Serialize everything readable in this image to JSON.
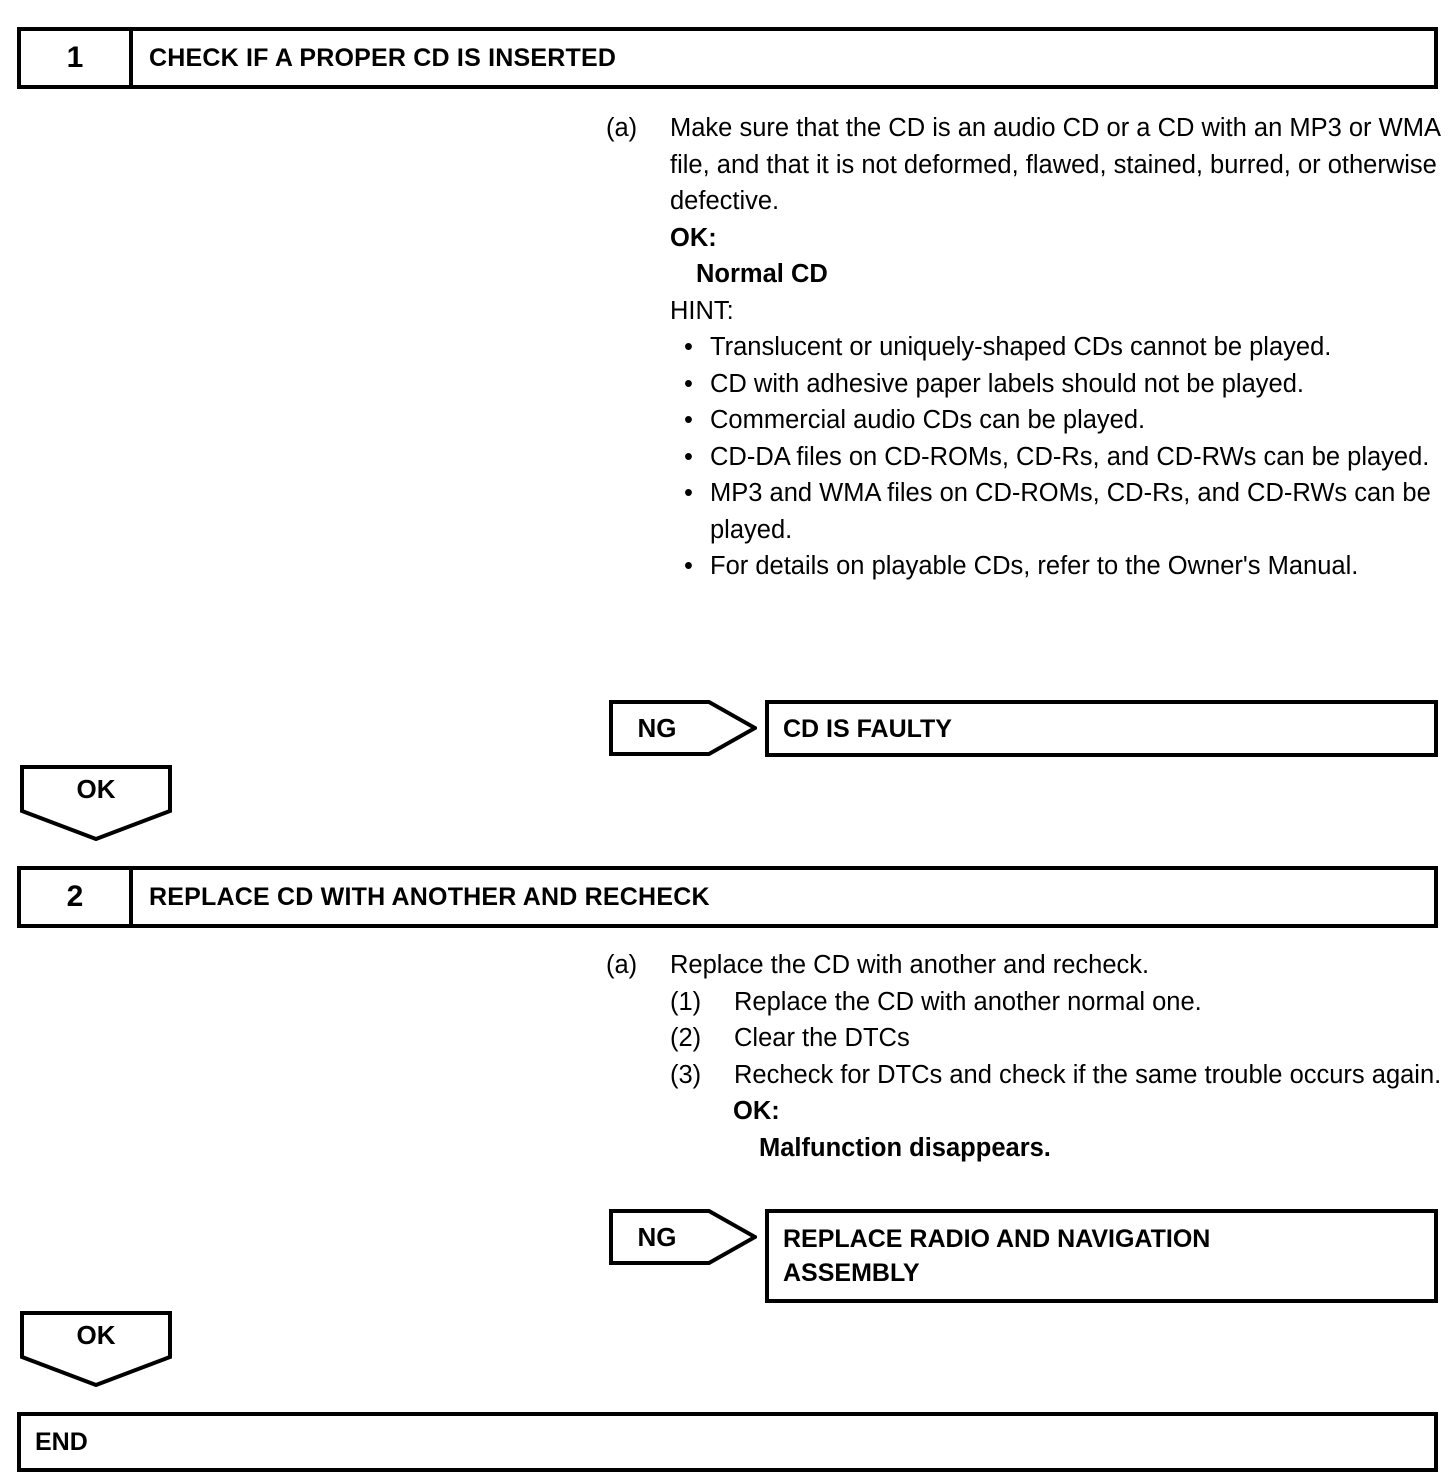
{
  "document": {
    "type": "diagnostic-flowchart",
    "colors": {
      "ink": "#000000",
      "paper": "#ffffff"
    }
  },
  "steps": [
    {
      "number": "1",
      "title": "CHECK IF A PROPER CD IS INSERTED",
      "item_marker": "(a)",
      "paragraph": "Make sure that the CD is an audio CD or a CD with an MP3 or WMA file, and that it is not deformed, flawed, stained, burred, or otherwise defective.",
      "ok_label": "OK:",
      "ok_value": "Normal CD",
      "hint_label": "HINT:",
      "hint_bullet": "•",
      "hints": [
        "Translucent or uniquely-shaped CDs cannot be played.",
        "CD with adhesive paper labels should not be played.",
        "Commercial audio CDs can be played.",
        "CD-DA files on CD-ROMs, CD-Rs, and CD-RWs can be played.",
        "MP3 and WMA files on CD-ROMs, CD-Rs, and CD-RWs can be played.",
        "For details on playable CDs, refer to the Owner's Manual."
      ],
      "ng_label": "NG",
      "ng_result": "CD IS FAULTY",
      "ok_branch_label": "OK"
    },
    {
      "number": "2",
      "title": "REPLACE CD WITH ANOTHER AND RECHECK",
      "item_marker": "(a)",
      "paragraph": "Replace the CD with another and recheck.",
      "substeps": [
        {
          "marker": "(1)",
          "text": "Replace the CD with another normal one."
        },
        {
          "marker": "(2)",
          "text": "Clear the DTCs"
        },
        {
          "marker": "(3)",
          "text": "Recheck for DTCs and check if the same trouble occurs again."
        }
      ],
      "ok_label": "OK:",
      "ok_value": "Malfunction disappears.",
      "ng_label": "NG",
      "ng_result": "REPLACE RADIO AND NAVIGATION ASSEMBLY",
      "ok_branch_label": "OK"
    }
  ],
  "end": {
    "label": "END"
  }
}
